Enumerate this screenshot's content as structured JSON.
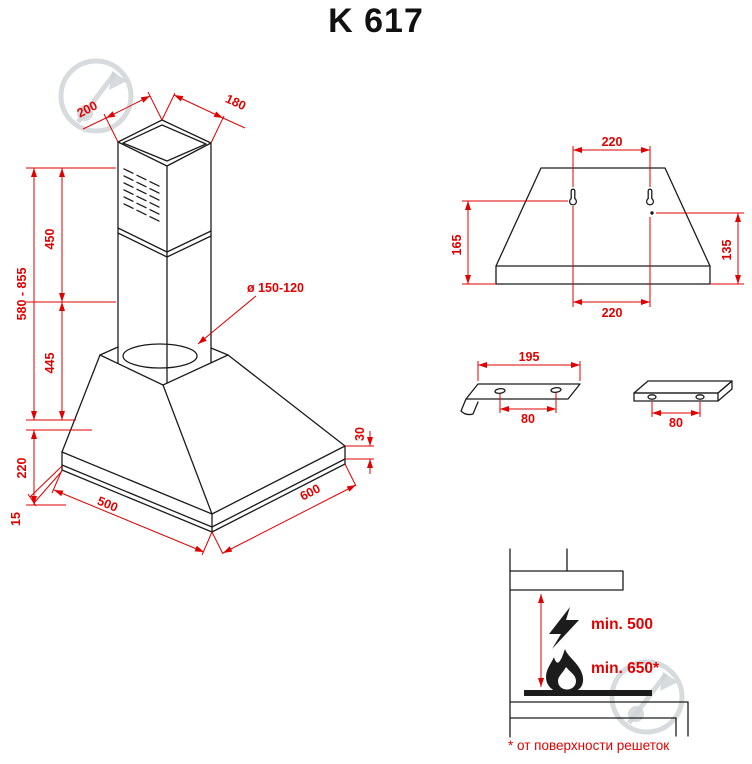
{
  "title": "K 617",
  "colors": {
    "drawing": "#1c1c1c",
    "dimension": "#e10000",
    "watermark": "#cdd2d6"
  },
  "iso": {
    "top_width": "200",
    "top_depth": "180",
    "upper_section": "450",
    "total_height": "580 - 855",
    "lower_section": "445",
    "duct_diameter": "ø 150-120",
    "body_height": "220",
    "rim_edge": "30",
    "lip": "15",
    "base_depth": "500",
    "base_width": "600"
  },
  "front": {
    "top_hole_spacing": "220",
    "left_height": "165",
    "right_height": "135",
    "bottom_hole_spacing": "220"
  },
  "brackets": {
    "left_width": "195",
    "left_holes": "80",
    "right_holes": "80"
  },
  "install": {
    "electric_min": "min. 500",
    "gas_min": "min. 650*",
    "footnote": "* от поверхности решеток"
  }
}
